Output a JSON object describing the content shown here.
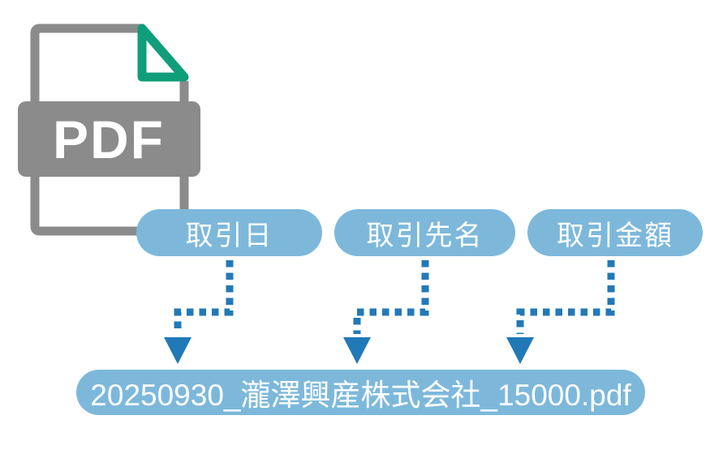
{
  "colors": {
    "icon_gray": "#8b8b8b",
    "fold_green": "#0f9e79",
    "pill_blue": "#7db8db",
    "arrow_blue": "#2279b8"
  },
  "pdf_icon": {
    "label": "PDF"
  },
  "fields": [
    {
      "label": "取引日"
    },
    {
      "label": "取引先名"
    },
    {
      "label": "取引金額"
    }
  ],
  "filename_bar": {
    "text": "20250930_瀧澤興産株式会社_15000.pdf"
  }
}
